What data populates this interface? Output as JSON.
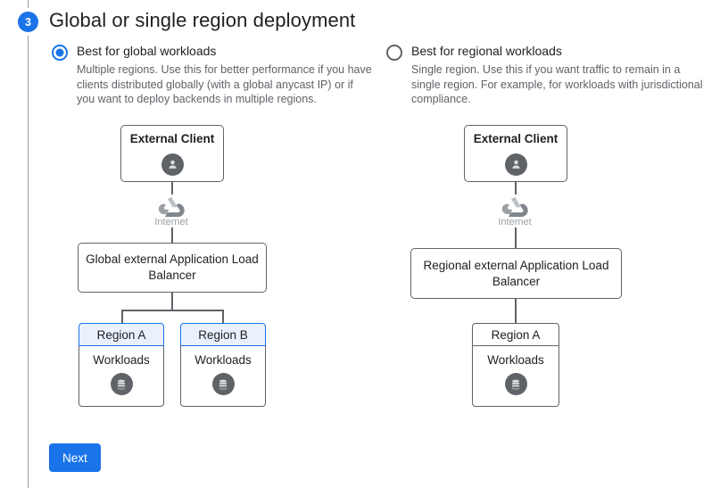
{
  "step": {
    "number": "3",
    "title": "Global or single region deployment"
  },
  "colors": {
    "accent": "#1a73e8",
    "node_border": "#5f6368",
    "region_selected_fill": "#eaf1fc",
    "muted_text": "#5f6368",
    "cloud_gray": "#9aa0a6"
  },
  "options": [
    {
      "label": "Best for global workloads",
      "description": "Multiple regions. Use this for better performance if you have clients distributed globally (with a global anycast IP) or if you want to deploy backends in multiple regions.",
      "selected": true
    },
    {
      "label": "Best for regional workloads",
      "description": "Single region. Use this if you want traffic to remain in a single region. For example, for workloads with jurisdictional compliance.",
      "selected": false
    }
  ],
  "diagrams": [
    {
      "client": "External Client",
      "client_icon": "person-icon",
      "internet_label": "Internet",
      "internet_icon": "cloud-icon",
      "load_balancer": "Global external Application Load Balancer",
      "regions": [
        {
          "name": "Region A",
          "workload_label": "Workloads",
          "workload_icon": "database-icon",
          "selected": true
        },
        {
          "name": "Region B",
          "workload_label": "Workloads",
          "workload_icon": "database-icon",
          "selected": true
        }
      ]
    },
    {
      "client": "External Client",
      "client_icon": "person-icon",
      "internet_label": "Internet",
      "internet_icon": "cloud-icon",
      "load_balancer": "Regional external Application Load Balancer",
      "regions": [
        {
          "name": "Region A",
          "workload_label": "Workloads",
          "workload_icon": "database-icon",
          "selected": false
        }
      ]
    }
  ],
  "footer": {
    "next_label": "Next"
  }
}
